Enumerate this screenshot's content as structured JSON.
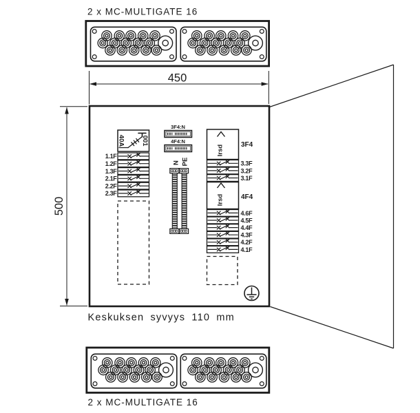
{
  "labels": {
    "top_gland": "2 x MC-MULTIGATE 16",
    "bottom_gland": "2 x MC-MULTIGATE 16",
    "depth_note": "Keskuksen syvyys 110 mm"
  },
  "dimensions": {
    "width_mm": "450",
    "height_mm": "500"
  },
  "main_switch": {
    "rating": "40A",
    "device_id": "001"
  },
  "terminal_strips": {
    "strip1": "3F4:N",
    "strip2": "4F4:N"
  },
  "busbars": {
    "neutral": "N",
    "protective_earth": "PE"
  },
  "left_breakers": [
    "1.1F",
    "1.2F",
    "1.3F",
    "2.1F",
    "2.2F",
    "2.3F"
  ],
  "group3": {
    "label": "3F4",
    "device": "Irsd",
    "breakers": [
      "3.3F",
      "3.2F",
      "3.1F"
    ]
  },
  "group4": {
    "label": "4F4",
    "device": "Irsd",
    "breakers": [
      "4.6F",
      "4.5F",
      "4.4F",
      "4.3F",
      "4.2F",
      "4.1F"
    ]
  },
  "colors": {
    "line": "#1b1b1b",
    "background": "#ffffff"
  }
}
